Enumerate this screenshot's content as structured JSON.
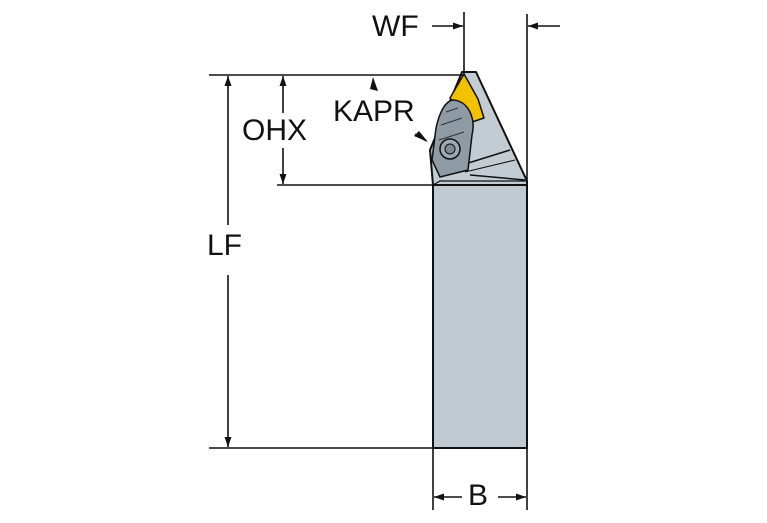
{
  "diagram": {
    "type": "turning-tool-holder-dimension-drawing",
    "colors": {
      "shank": "#bec9d1",
      "head": "#c3ccd3",
      "insert": "#f2c200",
      "outline": "#111111",
      "background": "#ffffff"
    },
    "dimensions": {
      "wf": {
        "label": "WF"
      },
      "kapr": {
        "label": "KAPR"
      },
      "ohx": {
        "label": "OHX"
      },
      "lf": {
        "label": "LF"
      },
      "b": {
        "label": "B"
      }
    }
  }
}
